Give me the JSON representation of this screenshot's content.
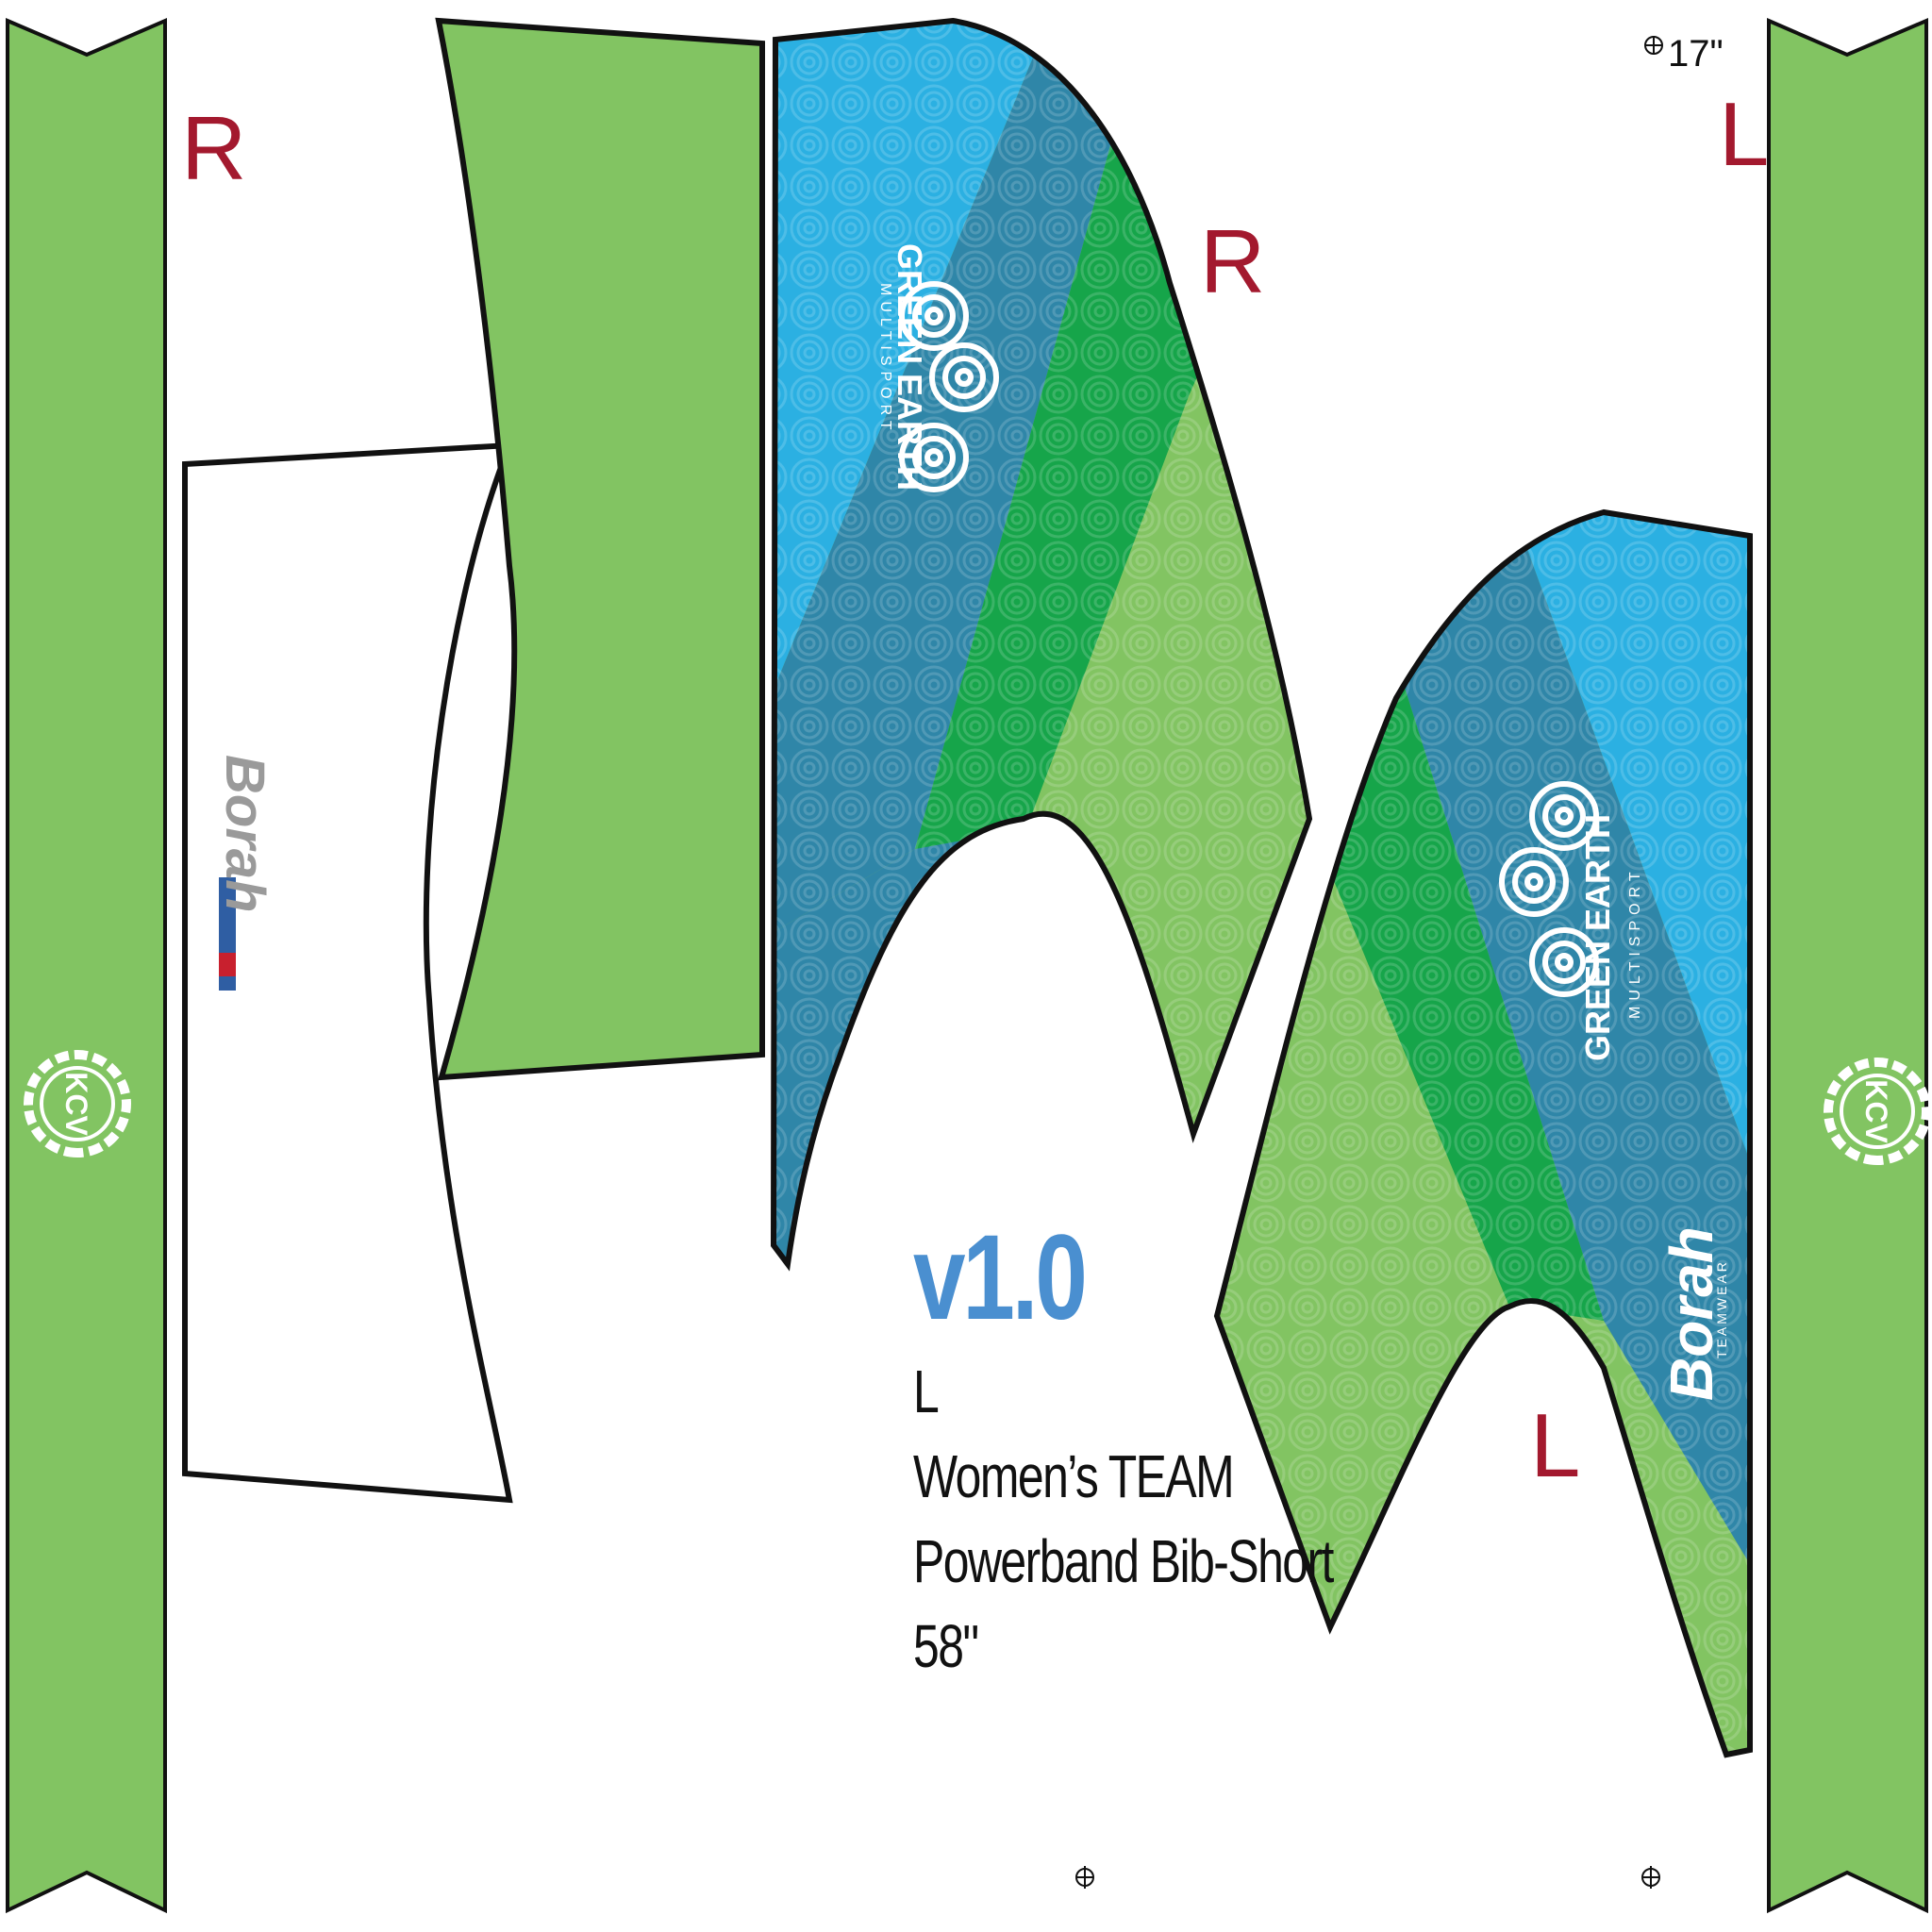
{
  "labels": {
    "r_top": "R",
    "r_mid": "R",
    "l_top": "L",
    "l_bottom": "L",
    "size_mark": "17\""
  },
  "info": {
    "version": "v1.0",
    "size": "L",
    "line1": "Women’s TEAM",
    "line2": "Powerband Bib-Short",
    "width": "58\""
  },
  "logos": {
    "club": "KCV",
    "sponsor_line1": "GREEN EARTH",
    "sponsor_line2": "MULTISPORT",
    "brand": "Borah",
    "brand_sub": "TEAMWEAR"
  },
  "colors": {
    "panel_green": "#82c462",
    "dark_green": "#16a54a",
    "sky_blue": "#2bb0e2",
    "steel_blue": "#2f86a8",
    "label_red": "#a3192e",
    "version_blue": "#4a8fd0"
  }
}
